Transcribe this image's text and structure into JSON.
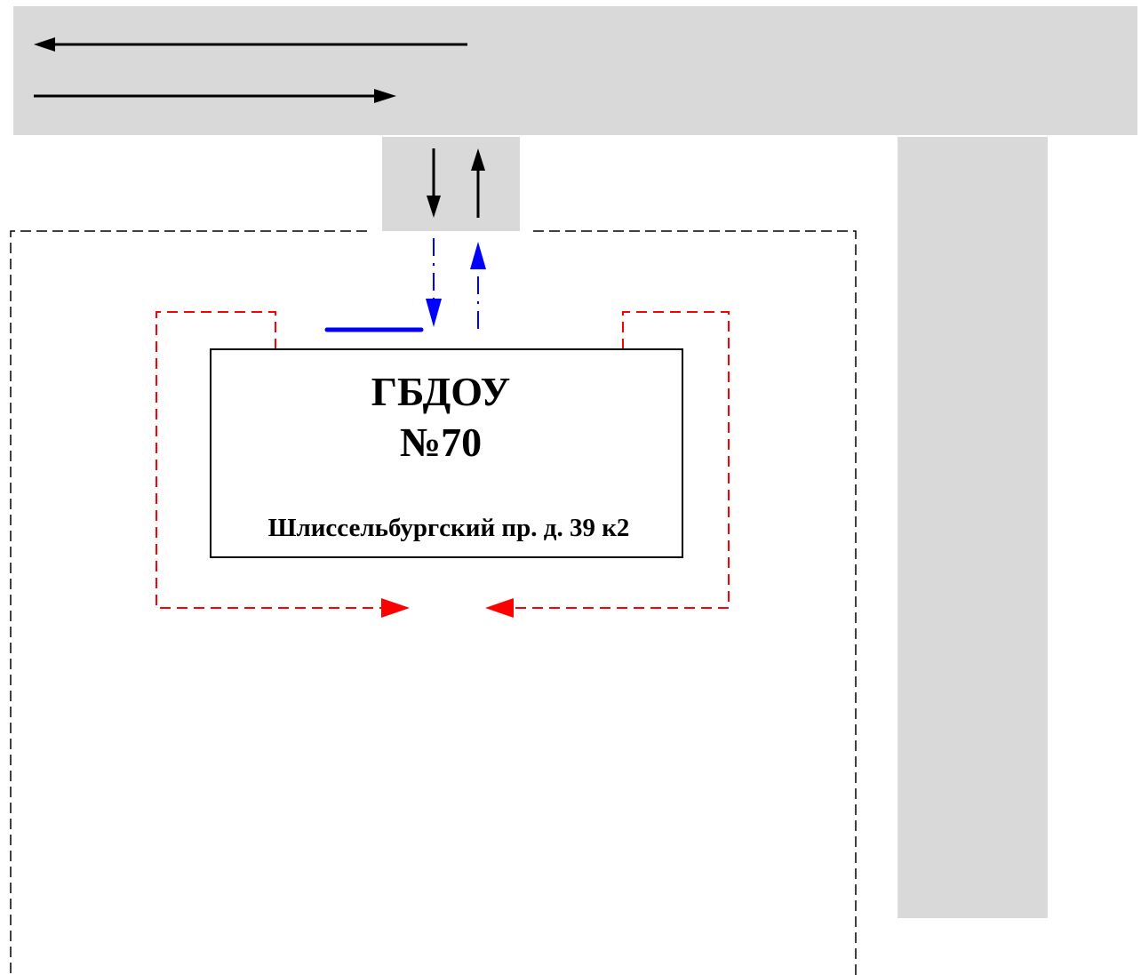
{
  "building": {
    "name": "ГБДОУ",
    "number": "№70",
    "address": "Шлиссельбургский пр. д. 39 к2"
  },
  "colors": {
    "road": "#d9d9d9",
    "vehicle_traffic": "#000000",
    "vehicle_movement_in_territory": "#0000ff",
    "pedestrian_route": "#ff0000",
    "territory_boundary": "#000000",
    "building_outline": "#000000"
  }
}
